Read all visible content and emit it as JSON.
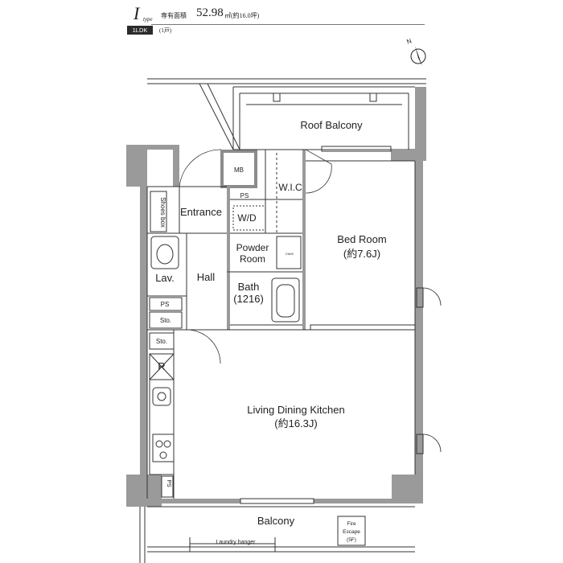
{
  "header": {
    "type_letter": "I",
    "type_word": "type",
    "area_label": "専有面積",
    "area_value": "52.98",
    "area_unit": "㎡(約16.0坪)",
    "layout_badge": "1LDK",
    "units_count": "(1戸)"
  },
  "compass": {
    "north_label": "N"
  },
  "rooms": {
    "roof_balcony": "Roof Balcony",
    "mb": "MB",
    "ps_top": "PS",
    "wic": "W.I.C",
    "shoes_box": "Shoes box",
    "entrance": "Entrance",
    "wd": "W/D",
    "powder_room_line1": "Powder",
    "powder_room_line2": "Room",
    "cw": "CW/K",
    "bed_room_line1": "Bed Room",
    "bed_room_line2": "(約7.6J)",
    "lav": "Lav.",
    "hall": "Hall",
    "bath_line1": "Bath",
    "bath_line2": "(1216)",
    "ps_mid": "PS",
    "sto_1": "Sto.",
    "sto_2": "Sto.",
    "fridge": "R",
    "ldk_line1": "Living Dining Kitchen",
    "ldk_line2": "(約16.3J)",
    "ps_kitchen": "PS",
    "balcony": "Balcony",
    "fire_escape_line1": "Fire",
    "fire_escape_line2": "Escape",
    "fire_escape_line3": "(5F)",
    "laundry_hanger": "Laundry hanger"
  },
  "colors": {
    "wall": "#9a9a9a",
    "wall_dark": "#8c8c8c",
    "line": "#333333",
    "badge": "#2b2b2b"
  }
}
